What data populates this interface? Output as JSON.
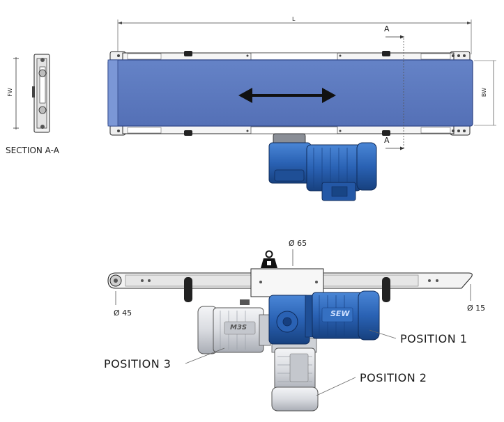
{
  "top_view": {
    "length_label": "L",
    "belt_width_label": "BW",
    "section_marker_top": "A",
    "section_marker_bottom": "A"
  },
  "section_view": {
    "frame_width_label": "FW",
    "caption": "SECTION A-A"
  },
  "side_view": {
    "drive_pulley_diameter": "Ø 65",
    "head_pulley_diameter": "Ø 45",
    "tail_pulley_diameter": "Ø 15",
    "motor_brand_label": "SEW",
    "motor_brand_label_mirrored": "M3S",
    "positions": [
      "POSITION 1",
      "POSITION 2",
      "POSITION 3"
    ]
  },
  "colors": {
    "belt": "#5874b8",
    "belt_edge": "#3d57a0",
    "motor_blue": "#2860b0",
    "motor_blue_dark": "#163f80",
    "motor_grey": "#d8dade",
    "frame": "#e9e9e9",
    "line": "#2a2a2a"
  },
  "icons": [
    "direction-arrow-icon",
    "weight-icon"
  ]
}
